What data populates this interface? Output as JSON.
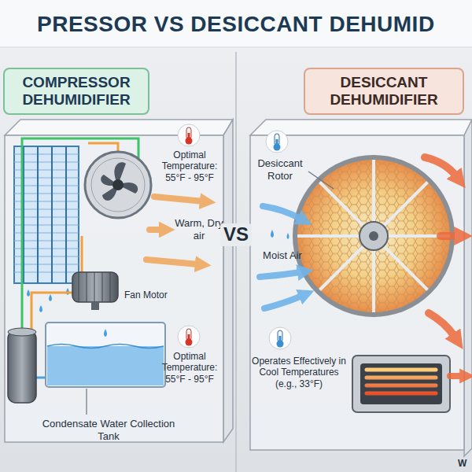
{
  "diagram": {
    "title": "PRESSOR VS DESICCANT DEHUMID",
    "nodes": [
      {
        "text": [
          "COMPRESSOR DEHUMIDIFIER"
        ]
      },
      {
        "text": [
          "DESICCANT DEHUMIDIFIER"
        ]
      }
    ],
    "labels": [
      "Optimal Temperature: 55°F - 95°F",
      "Warm, Dry air",
      "VS",
      "Fan Motor",
      "Optimal Temperature: 55°F - 95°F",
      "Condensate Water Collection Tank",
      "Desiccant Rotor",
      "Moist Air",
      "Operates Effectively in Cool Temperatures (e.g., 33°F)",
      "W"
    ]
  }
}
